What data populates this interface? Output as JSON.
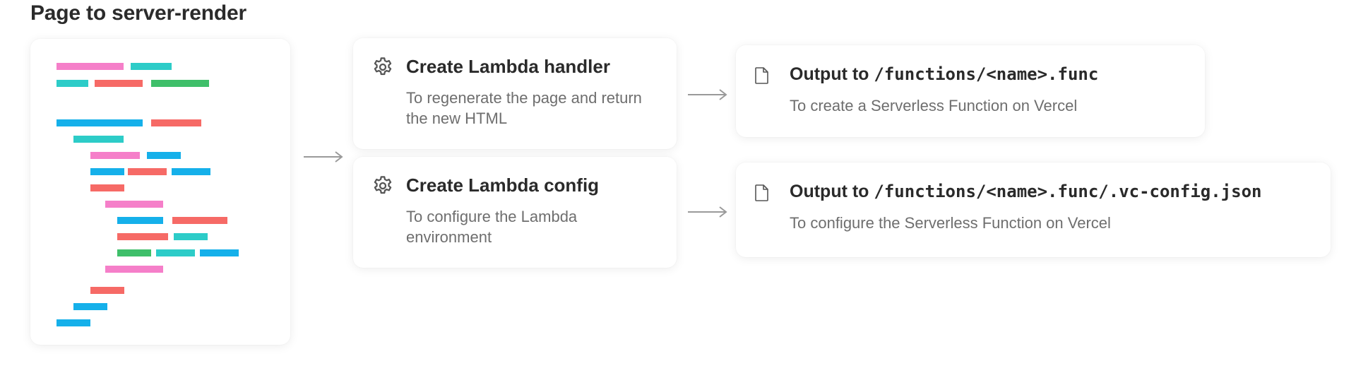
{
  "title": "Page to server-render",
  "code_block": {
    "colors": {
      "pink": "#f57fc9",
      "teal": "#2dccc8",
      "red": "#f66a66",
      "green": "#3fbf6a",
      "blue": "#15b0ea"
    }
  },
  "steps": [
    {
      "icon": "gear-icon",
      "title": "Create Lambda handler",
      "description": "To regenerate the page and return the new HTML"
    },
    {
      "icon": "gear-icon",
      "title": "Create Lambda config",
      "description": "To configure the Lambda environment"
    }
  ],
  "outputs": [
    {
      "icon": "file-icon",
      "prefix": "Output to ",
      "path": "/functions/<name>.func",
      "description": "To create a Serverless Function on Vercel"
    },
    {
      "icon": "file-icon",
      "prefix": "Output to ",
      "path": "/functions/<name>.func/.vc-config.json",
      "description": "To configure the Serverless Function on Vercel"
    }
  ],
  "colors": {
    "arrow": "#9a9a9a",
    "icon": "#555555",
    "text_primary": "#2a2a2a",
    "text_secondary": "#6e6e6e"
  }
}
